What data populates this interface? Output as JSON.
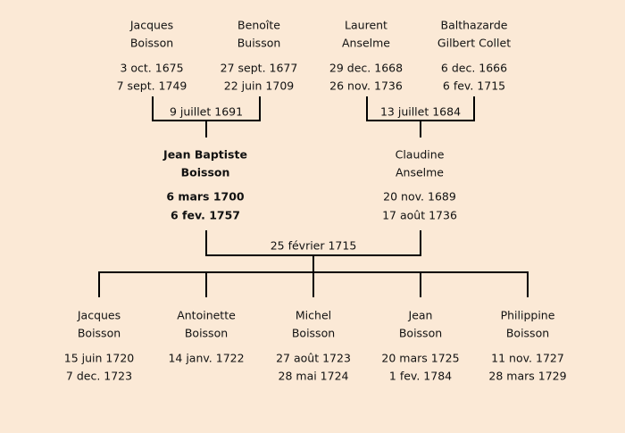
{
  "grandparents": [
    {
      "first": "Jacques",
      "last": "Boisson",
      "birth": "3 oct. 1675",
      "death": "7 sept. 1749"
    },
    {
      "first": "Benoîte",
      "last": "Buisson",
      "birth": "27 sept. 1677",
      "death": "22 juin 1709"
    },
    {
      "first": "Laurent",
      "last": "Anselme",
      "birth": "29 dec. 1668",
      "death": "26 nov. 1736"
    },
    {
      "first": "Balthazarde",
      "last": "Gilbert Collet",
      "birth": "6 dec. 1666",
      "death": "6 fev. 1715"
    }
  ],
  "marriages": {
    "paternal": "9 juillet 1691",
    "maternal": "13 juillet 1684",
    "parents": "25 février 1715"
  },
  "parents": [
    {
      "first": "Jean Baptiste",
      "last": "Boisson",
      "birth": "6 mars 1700",
      "death": "6 fev. 1757"
    },
    {
      "first": "Claudine",
      "last": "Anselme",
      "birth": "20 nov. 1689",
      "death": "17 août 1736"
    }
  ],
  "children": [
    {
      "first": "Jacques",
      "last": "Boisson",
      "birth": "15 juin 1720",
      "death": "7 dec. 1723"
    },
    {
      "first": "Antoinette",
      "last": "Boisson",
      "birth": "14 janv. 1722",
      "death": ""
    },
    {
      "first": "Michel",
      "last": "Boisson",
      "birth": "27 août 1723",
      "death": "28 mai 1724"
    },
    {
      "first": "Jean",
      "last": "Boisson",
      "birth": "20 mars 1725",
      "death": "1 fev. 1784"
    },
    {
      "first": "Philippine",
      "last": "Boisson",
      "birth": "11 nov. 1727",
      "death": "28 mars 1729"
    }
  ]
}
